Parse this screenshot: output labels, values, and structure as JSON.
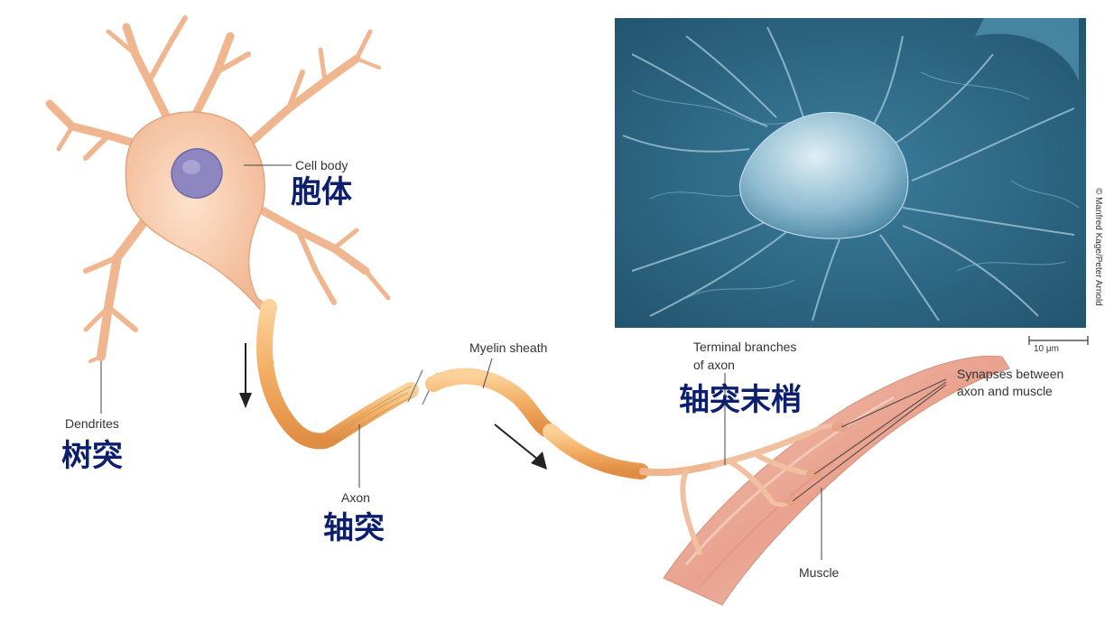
{
  "labels": {
    "cell_body_en": "Cell body",
    "cell_body_cn": "胞体",
    "dendrites_en": "Dendrites",
    "dendrites_cn": "树突",
    "axon_en": "Axon",
    "axon_cn": "轴突",
    "myelin_en": "Myelin sheath",
    "terminal_en_line1": "Terminal branches",
    "terminal_en_line2": "of axon",
    "terminal_cn": "轴突末梢",
    "synapses_en_line1": "Synapses between",
    "synapses_en_line2": "axon and muscle",
    "muscle_en": "Muscle"
  },
  "micrograph": {
    "credit": "© Manfred Kage/Peter Arnold",
    "scale_bar": "10 μm"
  },
  "colors": {
    "neuron_fill": "#f6c9a6",
    "neuron_edge": "#e3a57e",
    "nucleus": "#8d86c0",
    "myelin": "#f2b06a",
    "muscle": "#e8a693",
    "micrograph_bg": "#2f6a87",
    "chinese_label": "#0b1f6e"
  }
}
